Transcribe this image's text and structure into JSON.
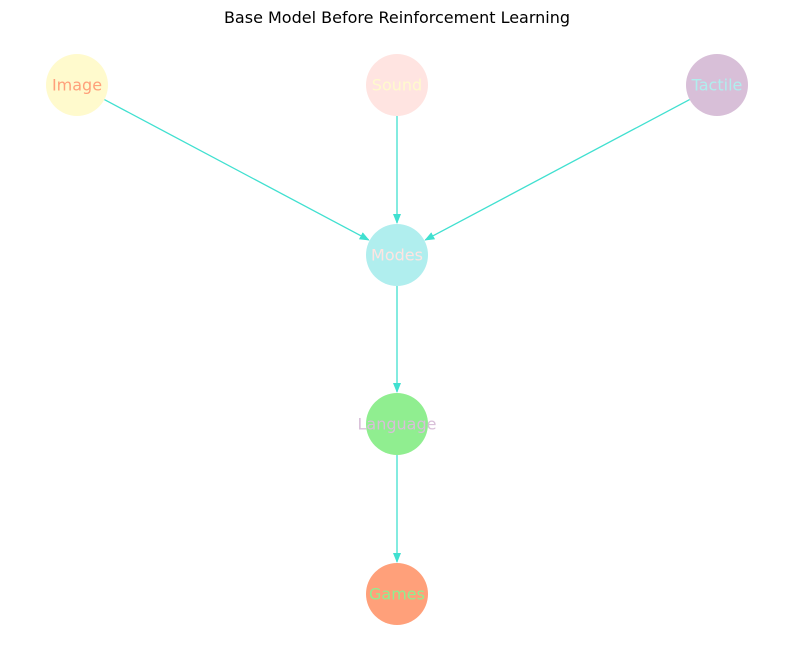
{
  "title": "Base Model Before Reinforcement Learning",
  "edge_color": "#40e0d0",
  "nodes": [
    {
      "id": "image",
      "label": "Image",
      "fill": "#fffacd",
      "text_color": "#ffa07a"
    },
    {
      "id": "sound",
      "label": "Sound",
      "fill": "#ffe4e1",
      "text_color": "#fffacd"
    },
    {
      "id": "tactile",
      "label": "Tactile",
      "fill": "#d8bfd8",
      "text_color": "#b0eeee"
    },
    {
      "id": "modes",
      "label": "Modes",
      "fill": "#b0eeee",
      "text_color": "#ffe4e1"
    },
    {
      "id": "language",
      "label": "Language",
      "fill": "#90ee90",
      "text_color": "#d8bfd8"
    },
    {
      "id": "games",
      "label": "Games",
      "fill": "#ffa07a",
      "text_color": "#90ee90"
    }
  ],
  "edges": [
    {
      "from": "image",
      "to": "modes"
    },
    {
      "from": "sound",
      "to": "modes"
    },
    {
      "from": "tactile",
      "to": "modes"
    },
    {
      "from": "modes",
      "to": "language"
    },
    {
      "from": "language",
      "to": "games"
    }
  ]
}
